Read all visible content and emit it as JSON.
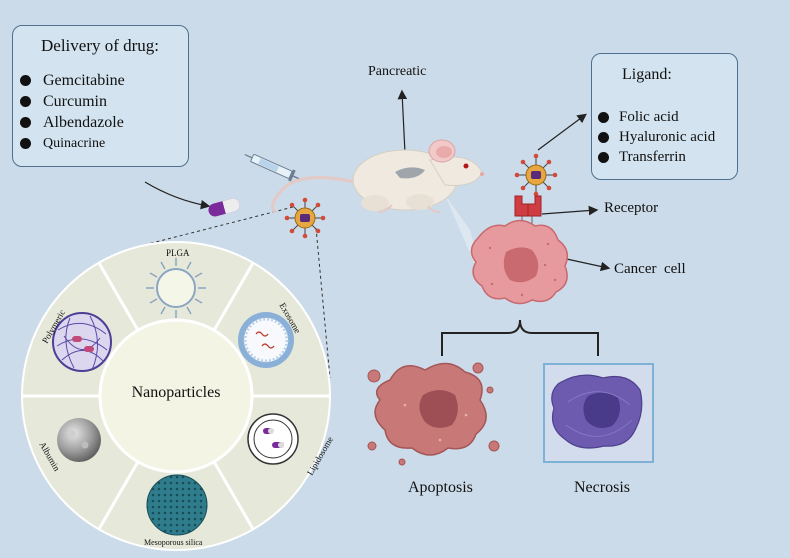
{
  "drug_box": {
    "title": "Delivery of drug:",
    "items": [
      "Gemcitabine",
      "Curcumin",
      "Albendazole",
      "Quinacrine"
    ]
  },
  "ligand_box": {
    "title": "Ligand:",
    "items": [
      "Folic acid",
      "Hyaluronic acid",
      "Transferrin"
    ]
  },
  "labels": {
    "pancreatic": "Pancreatic",
    "receptor": "Receptor",
    "cancer_cell": "Cancer  cell",
    "apoptosis": "Apoptosis",
    "necrosis": "Necrosis"
  },
  "wheel": {
    "center": "Nanoparticles",
    "segments": {
      "plga": "PLGA",
      "exosome": "Exosome",
      "lipidosome": "Lipidosome",
      "mesoporous_silica": "Mesoporous silica",
      "albumin": "Albumin",
      "polymeric": "Polymeric"
    }
  },
  "colors": {
    "background": "#ccdbe9",
    "box_fill": "#d3e4f0",
    "box_border": "#4e6f8e",
    "wheel_fill": "#e6e9da",
    "wheel_center": "#f3f4e4",
    "cancer_cell": "#e79a9e",
    "apoptosis_cell": "#c97878",
    "necrosis_cell": "#6d5bb0",
    "necrosis_frame": "#7db1d6"
  }
}
